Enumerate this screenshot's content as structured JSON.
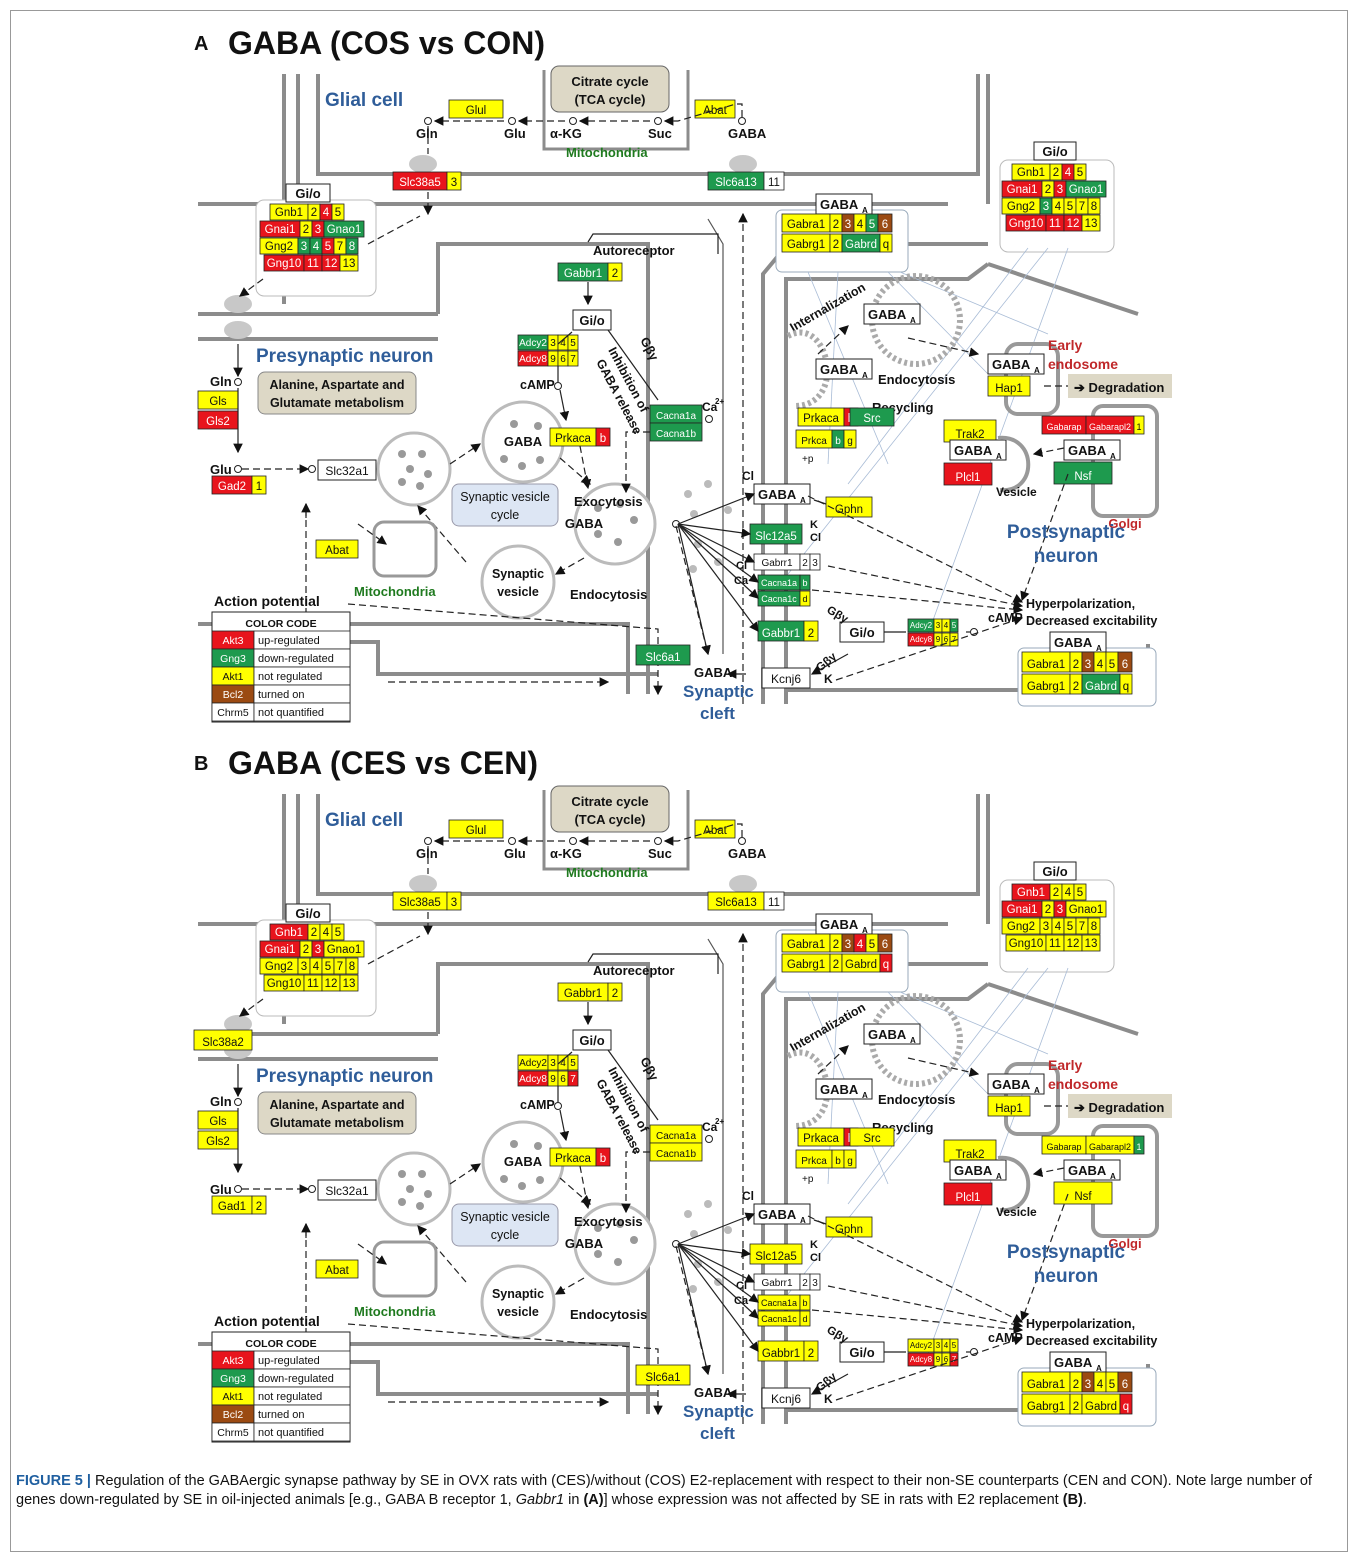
{
  "panels": [
    {
      "letter": "A",
      "title": "GABA (COS vs CON)",
      "states": {
        "Glul": "yellow",
        "Abat_glia": "yellow",
        "Slc38a5": "red",
        "Slc38a5_n": "yellow",
        "Slc6a13": "green",
        "Slc6a13_n": "none",
        "GiA_Gnb1": "yellow",
        "GiA_2": "yellow",
        "GiA_4": "red",
        "GiA_5": "yellow",
        "GiA_Gnai1": "red",
        "GiA_2b": "yellow",
        "GiA_3": "red",
        "GiA_Gnao1": "green",
        "GiA_Gng2": "yellow",
        "GiA_3b": "green",
        "GiA_4b": "green",
        "GiA_5b": "red",
        "GiA_7": "yellow",
        "GiA_8": "green",
        "GiA_Gng10": "red",
        "GiA_11": "red",
        "GiA_13": "yellow",
        "Gabbr1": "green",
        "Gabbr1_n": "yellow",
        "Adcy2": "green",
        "Adcy2_3": "yellow",
        "Adcy2_4": "yellow",
        "Adcy2_5": "yellow",
        "Adcy8": "red",
        "Adcy8_9": "yellow",
        "Adcy8_6": "yellow",
        "Adcy8_7": "yellow",
        "Cacna1a": "green",
        "Cacna1b": "green",
        "Prkaca": "yellow",
        "Prkaca_b": "red",
        "Gls": "yellow",
        "Gls2": "red",
        "Slc38a2": "none",
        "Gad": "red",
        "Gad_n": "yellow",
        "Abat_pre": "yellow",
        "GabraT": "yellow",
        "GabraT_2": "yellow",
        "GabraT_3": "brown",
        "GabraT_4": "yellow",
        "GabraT_5": "green",
        "GabraT_6": "brown",
        "GabrgT": "yellow",
        "GabrgT_2": "yellow",
        "GabrdT": "green",
        "GabrdT_q": "yellow",
        "GiB_Gnb1": "yellow",
        "GiB_2": "yellow",
        "GiB_4": "red",
        "GiB_5": "yellow",
        "GiB_Gnai1": "red",
        "GiB_2b": "yellow",
        "GiB_3": "red",
        "GiB_Gnao1": "green",
        "GiB_Gng2": "yellow",
        "GiB_3b": "green",
        "GiB_4b": "yellow",
        "GiB_5b": "yellow",
        "GiB_7": "yellow",
        "GiB_8": "yellow",
        "GiB_Gng10": "red",
        "GiB_11": "red",
        "GiB_13": "yellow",
        "Hap1": "yellow",
        "Trak2": "yellow",
        "Plcl1": "red",
        "PrkacaP": "yellow",
        "PrkacaP_b": "red",
        "Src": "green",
        "Prkcb": "yellow",
        "Prkcb_b": "green",
        "Prkcb_g": "yellow",
        "Gabarap": "red",
        "Gabarapl2": "red",
        "Gabarap_1": "yellow",
        "Nsf": "green",
        "Gphn": "yellow",
        "Slc12a5": "green",
        "Gabrr1": "none",
        "Gabrr1_2": "none",
        "Gabrr1_3": "none",
        "Cacna1aP": "green",
        "Cacna1aP_b": "green",
        "Cacna1cP": "green",
        "Cacna1cP_d": "yellow",
        "Gabbr1P": "green",
        "Gabbr1P_2": "yellow",
        "AdcyP2": "green",
        "AdcyP2_3": "yellow",
        "AdcyP2_4": "yellow",
        "AdcyP2_5": "green",
        "AdcyP8": "red",
        "AdcyP8_9": "yellow",
        "AdcyP8_6": "yellow",
        "AdcyP8_7": "yellow",
        "Slc6a1": "green",
        "Kcnj6": "none",
        "GabraB": "yellow",
        "GabraB_2": "yellow",
        "GabraB_3": "brown",
        "GabraB_4": "yellow",
        "GabraB_5": "yellow",
        "GabraB_6": "brown",
        "GabrgB": "yellow",
        "GabrgB_2": "yellow",
        "GabrdB": "green",
        "GabrdB_q": "yellow"
      }
    },
    {
      "letter": "B",
      "title": "GABA (CES vs CEN)",
      "states": {
        "Glul": "yellow",
        "Abat_glia": "yellow",
        "Slc38a5": "yellow",
        "Slc38a5_n": "yellow",
        "Slc6a13": "yellow",
        "Slc6a13_n": "none",
        "GiA_Gnb1": "red",
        "GiA_2": "yellow",
        "GiA_4": "yellow",
        "GiA_5": "yellow",
        "GiA_Gnai1": "red",
        "GiA_2b": "yellow",
        "GiA_3": "red",
        "GiA_Gnao1": "yellow",
        "GiA_Gng2": "yellow",
        "GiA_3b": "yellow",
        "GiA_4b": "yellow",
        "GiA_5b": "yellow",
        "GiA_7": "yellow",
        "GiA_8": "yellow",
        "GiA_Gng10": "yellow",
        "GiA_11": "yellow",
        "GiA_13": "yellow",
        "Gabbr1": "yellow",
        "Gabbr1_n": "yellow",
        "Adcy2": "yellow",
        "Adcy2_3": "yellow",
        "Adcy2_4": "yellow",
        "Adcy2_5": "yellow",
        "Adcy8": "red",
        "Adcy8_9": "yellow",
        "Adcy8_6": "yellow",
        "Adcy8_7": "red",
        "Cacna1a": "yellow",
        "Cacna1b": "yellow",
        "Prkaca": "yellow",
        "Prkaca_b": "red",
        "Gls": "yellow",
        "Gls2": "yellow",
        "Slc38a2": "yellow",
        "Gad": "yellow",
        "Gad_n": "yellow",
        "Abat_pre": "yellow",
        "GabraT": "yellow",
        "GabraT_2": "yellow",
        "GabraT_3": "brown",
        "GabraT_4": "red",
        "GabraT_5": "yellow",
        "GabraT_6": "brown",
        "GabrgT": "yellow",
        "GabrgT_2": "yellow",
        "GabrdT": "yellow",
        "GabrdT_q": "red",
        "GiB_Gnb1": "red",
        "GiB_2": "yellow",
        "GiB_4": "yellow",
        "GiB_5": "yellow",
        "GiB_Gnai1": "red",
        "GiB_2b": "yellow",
        "GiB_3": "red",
        "GiB_Gnao1": "yellow",
        "GiB_Gng2": "yellow",
        "GiB_3b": "yellow",
        "GiB_4b": "yellow",
        "GiB_5b": "yellow",
        "GiB_7": "yellow",
        "GiB_8": "yellow",
        "GiB_Gng10": "yellow",
        "GiB_11": "yellow",
        "GiB_13": "yellow",
        "Hap1": "yellow",
        "Trak2": "yellow",
        "Plcl1": "red",
        "PrkacaP": "yellow",
        "PrkacaP_b": "red",
        "Src": "yellow",
        "Prkcb": "yellow",
        "Prkcb_b": "yellow",
        "Prkcb_g": "yellow",
        "Gabarap": "yellow",
        "Gabarapl2": "yellow",
        "Gabarap_1": "green",
        "Nsf": "yellow",
        "Gphn": "yellow",
        "Slc12a5": "yellow",
        "Gabrr1": "none",
        "Gabrr1_2": "none",
        "Gabrr1_3": "none",
        "Cacna1aP": "yellow",
        "Cacna1aP_b": "yellow",
        "Cacna1cP": "yellow",
        "Cacna1cP_d": "yellow",
        "Gabbr1P": "yellow",
        "Gabbr1P_2": "yellow",
        "AdcyP2": "yellow",
        "AdcyP2_3": "yellow",
        "AdcyP2_4": "yellow",
        "AdcyP2_5": "yellow",
        "AdcyP8": "red",
        "AdcyP8_9": "yellow",
        "AdcyP8_6": "yellow",
        "AdcyP8_7": "red",
        "Slc6a1": "yellow",
        "Kcnj6": "none",
        "GabraB": "yellow",
        "GabraB_2": "yellow",
        "GabraB_3": "brown",
        "GabraB_4": "yellow",
        "GabraB_5": "yellow",
        "GabraB_6": "brown",
        "GabrgB": "yellow",
        "GabrgB_2": "yellow",
        "GabrdB": "yellow",
        "GabrdB_q": "red"
      }
    }
  ],
  "labels": {
    "glial_cell": "Glial cell",
    "tca1": "Citrate cycle",
    "tca2": "(TCA cycle)",
    "mito": "Mitochondria",
    "gln": "Gln",
    "glu": "Glu",
    "akg": "α-KG",
    "suc": "Suc",
    "gaba": "GABA",
    "gio": "Gi/o",
    "autoreceptor": "Autoreceptor",
    "presyn": "Presynaptic neuron",
    "ala1": "Alanine, Aspartate and",
    "ala2": "Glutamate metabolism",
    "camp": "cAMP",
    "inhib1": "Inhibition of",
    "inhib2": "GABA release",
    "gby": "Gβγ",
    "ca": "Ca",
    "slc32a1": "Slc32a1",
    "exocytosis": "Exocytosis",
    "endocytosis": "Endocytosis",
    "svc1": "Synaptic vesicle",
    "svc2": "cycle",
    "sv1": "Synaptic",
    "sv2": "vesicle",
    "ap": "Action potential",
    "cleft1": "Synaptic",
    "cleft2": "cleft",
    "internalization": "Internalization",
    "gabaa": "GABA",
    "sub_a": "A",
    "recycling": "Recycling",
    "early1": "Early",
    "early2": "endosome",
    "degradation": "Degradation",
    "golgi": "Golgi",
    "vesicle": "Vesicle",
    "post1": "Postsynaptic",
    "post2": "neuron",
    "hyper1": "Hyperpolarization,",
    "hyper2": "Decreased excitability",
    "cl": "Cl",
    "k": "K",
    "p": "+p"
  },
  "genes": {
    "Glul": "Glul",
    "Abat": "Abat",
    "Slc38a5": "Slc38a5",
    "Slc6a13": "Slc6a13",
    "Gnb1": "Gnb1",
    "Gnai1": "Gnai1",
    "Gnao1": "Gnao1",
    "Gng2": "Gng2",
    "Gng10": "Gng10",
    "Gabbr1": "Gabbr1",
    "Adcy2": "Adcy2",
    "Adcy8": "Adcy8",
    "Cacna1a": "Cacna1a",
    "Cacna1b": "Cacna1b",
    "Prkaca": "Prkaca",
    "Gls": "Gls",
    "Gls2": "Gls2",
    "Slc38a2": "Slc38a2",
    "Gad2": "Gad2",
    "Gad1": "Gad1",
    "Gabra1": "Gabra1",
    "Gabrg1": "Gabrg1",
    "Gabrd": "Gabrd",
    "Hap1": "Hap1",
    "Trak2": "Trak2",
    "Plcl1": "Plcl1",
    "Src": "Src",
    "Prkca": "Prkca",
    "Gabarap": "Gabarap",
    "Gabarapl2": "Gabarapl2",
    "Nsf": "Nsf",
    "Gphn": "Gphn",
    "Slc12a5": "Slc12a5",
    "Gabrr1": "Gabrr1",
    "Cacna1c": "Cacna1c",
    "Slc6a1": "Slc6a1",
    "Kcnj6": "Kcnj6"
  },
  "legend": {
    "header": "COLOR CODE",
    "rows": [
      {
        "gene": "Akt3",
        "text": "up-regulated",
        "color": "red"
      },
      {
        "gene": "Gng3",
        "text": "down-regulated",
        "color": "green"
      },
      {
        "gene": "Akt1",
        "text": "not regulated",
        "color": "yellow"
      },
      {
        "gene": "Bcl2",
        "text": "turned on",
        "color": "brown"
      },
      {
        "gene": "Chrm5",
        "text": "not quantified",
        "color": "none"
      }
    ]
  },
  "colors": {
    "red": "#e8141c",
    "green": "#1e9a4e",
    "yellow": "#ffff00",
    "brown": "#9b4a12",
    "none": "#ffffff",
    "membrane": "#8c8c8c",
    "title_blue": "#2f5d99",
    "mito_green": "#1f7a1f",
    "golgi_red": "#c0282a",
    "beige": "#ddd8c6",
    "svc_blue": "#dde6f4"
  },
  "caption": {
    "label": "FIGURE 5 |",
    "part1": " Regulation of the GABAergic synapse pathway by SE in OVX rats with (CES)/without (COS) E2-replacement with respect to their non-SE counterparts (CEN and CON). Note large number of genes down-regulated by SE in oil-injected animals [e.g., GABA B receptor 1, ",
    "gene": "Gabbr1",
    "part2": " in ",
    "refA": "(A)",
    "part3": "] whose expression was not affected by SE in rats with E2 replacement ",
    "refB": "(B)",
    "part4": "."
  }
}
